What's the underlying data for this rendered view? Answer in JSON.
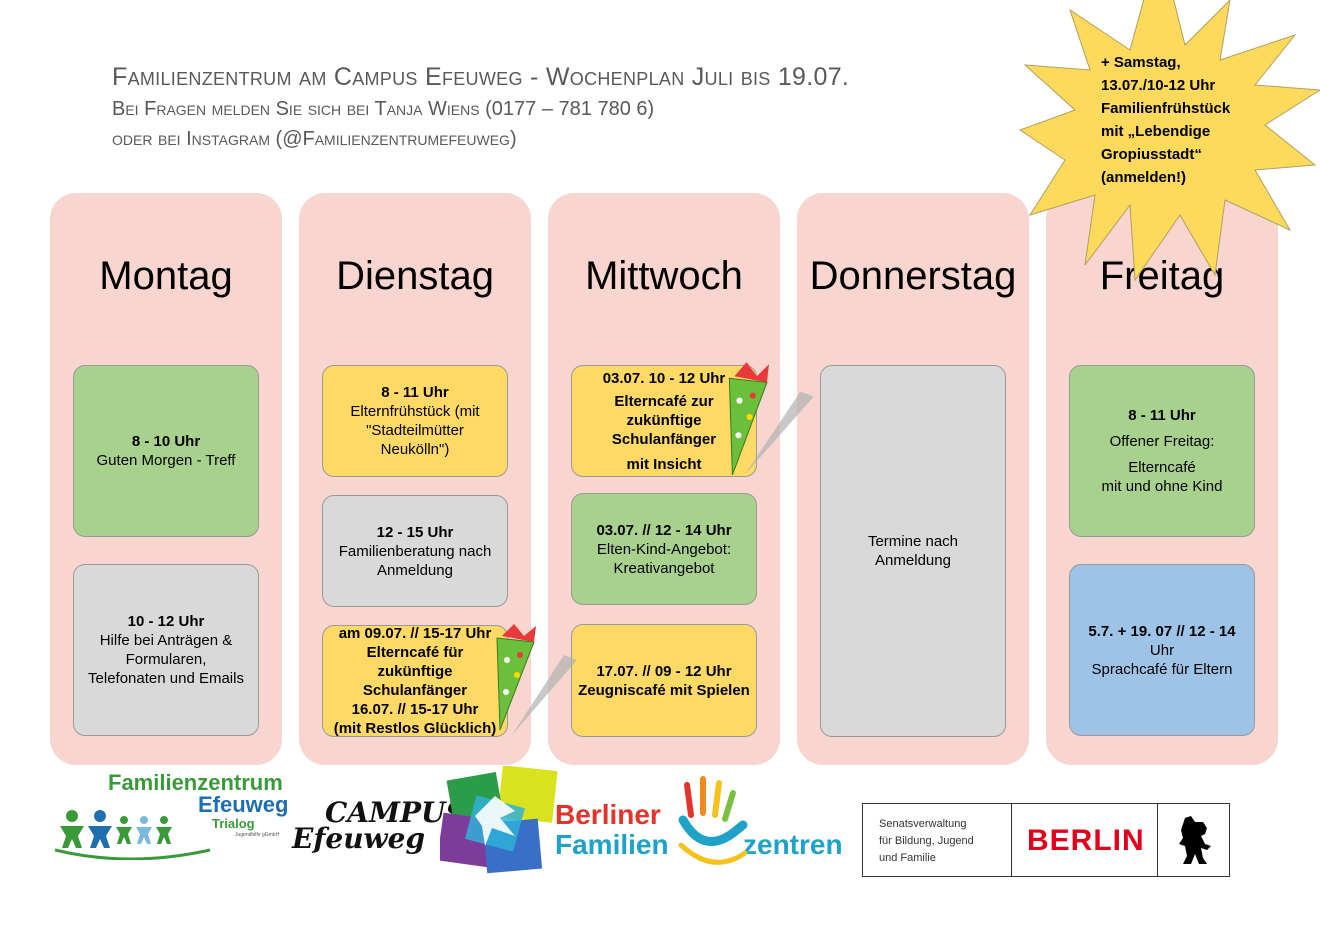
{
  "header": {
    "title": "Familienzentrum am Campus Efeuweg - Wochenplan Juli bis 19.07.",
    "contact_line1": "Bei Fragen melden Sie sich bei Tanja Wiens (0177 – 781 780 6)",
    "contact_line2": "oder bei Instagram (@Familienzentrumefeuweg)"
  },
  "announcement": {
    "line1": "+ Samstag,",
    "line2": "13.07./10-12 Uhr",
    "line3": "Familienfrühstück",
    "line4": "mit „Lebendige",
    "line5": "Gropiusstadt“",
    "line6": "(anmelden!)",
    "color": "#fdd95c"
  },
  "days": {
    "montag": {
      "name": "Montag",
      "events": [
        {
          "time": "8 - 10 Uhr",
          "text": "Guten Morgen - Treff"
        },
        {
          "time": "10 - 12 Uhr",
          "text1": "Hilfe bei Anträgen &",
          "text2": "Formularen,",
          "text3": "Telefonaten und Emails"
        }
      ]
    },
    "dienstag": {
      "name": "Dienstag",
      "events": [
        {
          "time": "8 - 11 Uhr",
          "text1": "Elternfrühstück (mit",
          "text2": "\"Stadteilmütter",
          "text3": "Neukölln\")"
        },
        {
          "time": "12 - 15 Uhr",
          "text1": "Familienberatung nach",
          "text2": "Anmeldung"
        },
        {
          "line1": "am 09.07. // 15-17 Uhr",
          "line2": "Elterncafé für",
          "line3": "zukünftige",
          "line4": "Schulanfänger",
          "line5": "16.07. // 15-17 Uhr",
          "line6": "(mit Restlos Glücklich)"
        }
      ]
    },
    "mittwoch": {
      "name": "Mittwoch",
      "events": [
        {
          "line1": "03.07. 10 - 12 Uhr",
          "line2": "Elterncafé zur",
          "line3": "zukünftige",
          "line4": "Schulanfänger",
          "line5": "mit Insicht"
        },
        {
          "time": "03.07. // 12 - 14 Uhr",
          "text1": "Elten-Kind-Angebot:",
          "text2": "Kreativangebot"
        },
        {
          "line1": "17.07. // 09 - 12 Uhr",
          "line2": "Zeugniscafé mit Spielen"
        }
      ]
    },
    "donnerstag": {
      "name": "Donnerstag",
      "events": [
        {
          "text1": "Termine nach",
          "text2": "Anmeldung"
        }
      ]
    },
    "freitag": {
      "name": "Freitag",
      "events": [
        {
          "time": "8 - 11 Uhr",
          "text1": "Offener Freitag:",
          "text2": "Elterncafé",
          "text3": "mit und ohne Kind"
        },
        {
          "time1": "5.7. + 19. 07 // 12 - 14",
          "time2": "Uhr",
          "text": "Sprachcafé für Eltern"
        }
      ]
    }
  },
  "logos": {
    "familienzentrum_line1": "Familienzentrum",
    "familienzentrum_line2": "Efeuweg",
    "familienzentrum_sub": "Trialog",
    "familienzentrum_small": "Jugendhilfe gGmbH",
    "campus_line1": "CAMPUS",
    "campus_line2": "Efeuweg",
    "berliner_line1": "Berliner",
    "berliner_line2": "Familien",
    "berliner_line3": "zentren",
    "senat_line1": "Senatsverwaltung",
    "senat_line2": "für Bildung, Jugend",
    "senat_line3": "und Familie",
    "berlin": "BERLIN"
  },
  "colors": {
    "column_bg": "#f8d5cf",
    "green": "#a9d18e",
    "gray": "#d9d9d9",
    "yellow": "#ffd965",
    "blue": "#9dc3e6",
    "berlin_red": "#e2001a"
  }
}
